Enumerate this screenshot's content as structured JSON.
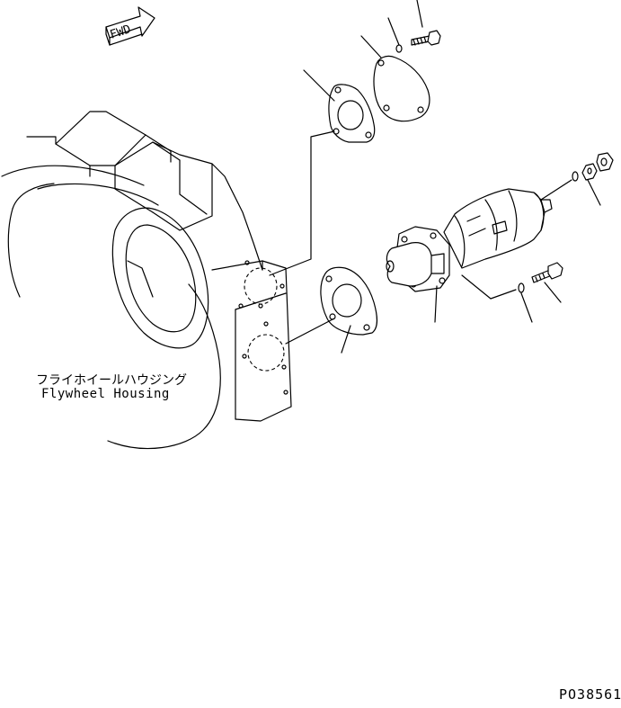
{
  "direction_arrow": {
    "label": "FWD"
  },
  "housing": {
    "label_jp": "フライホイールハウジング",
    "label_en": "Flywheel Housing"
  },
  "figure_code": "PO38561"
}
